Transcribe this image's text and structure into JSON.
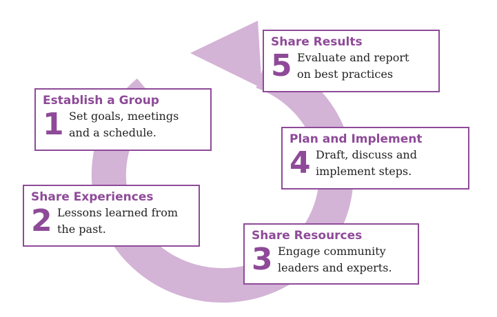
{
  "colors": {
    "accent": "#8e4a98",
    "arrow": "#d3b3d6",
    "text": "#222222",
    "background": "#ffffff"
  },
  "arrow": {
    "icon": "circular-arrow-icon"
  },
  "steps": [
    {
      "number": "1",
      "title": "Establish a Group",
      "lines": [
        "Set goals, meetings",
        "and a schedule."
      ]
    },
    {
      "number": "2",
      "title": "Share Experiences",
      "lines": [
        "Lessons learned from",
        "the past."
      ]
    },
    {
      "number": "3",
      "title": "Share Resources",
      "lines": [
        "Engage community",
        "leaders and experts."
      ]
    },
    {
      "number": "4",
      "title": "Plan and Implement",
      "lines": [
        "Draft, discuss and",
        "implement steps."
      ]
    },
    {
      "number": "5",
      "title": "Share Results",
      "lines": [
        "Evaluate and report",
        "on best practices"
      ]
    }
  ]
}
